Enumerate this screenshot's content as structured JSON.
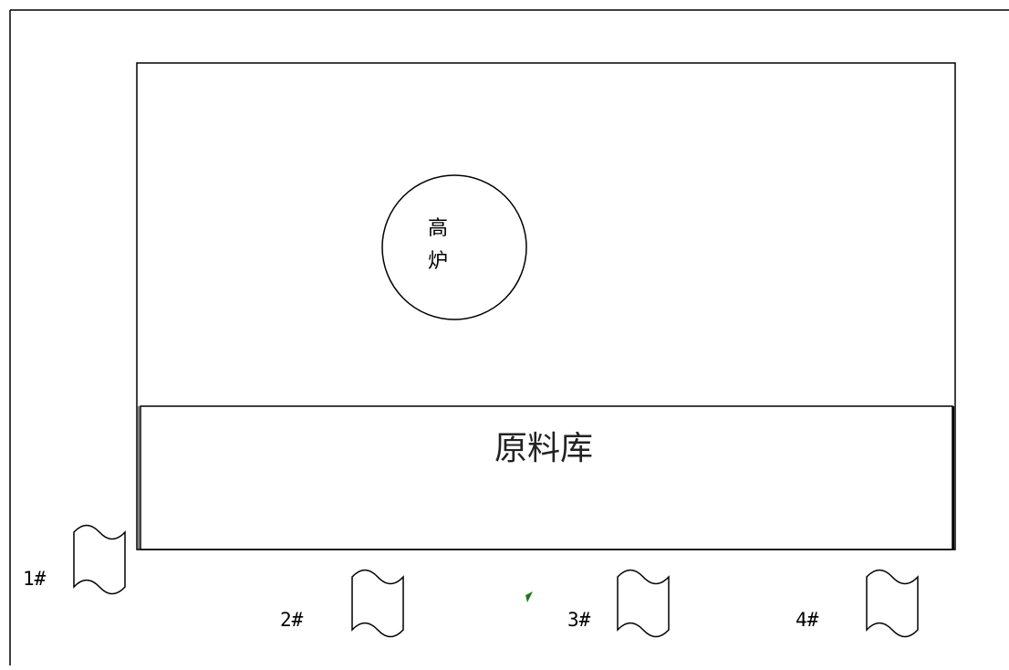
{
  "furnace": {
    "label_line1": "高",
    "label_line2": "炉"
  },
  "warehouse": {
    "label": "原料库"
  },
  "silos": [
    {
      "label": "1#"
    },
    {
      "label": "2#"
    },
    {
      "label": "3#"
    },
    {
      "label": "4#"
    }
  ],
  "colors": {
    "stroke": "#000000",
    "text": "#222222",
    "marker": "#1f7a1f"
  }
}
